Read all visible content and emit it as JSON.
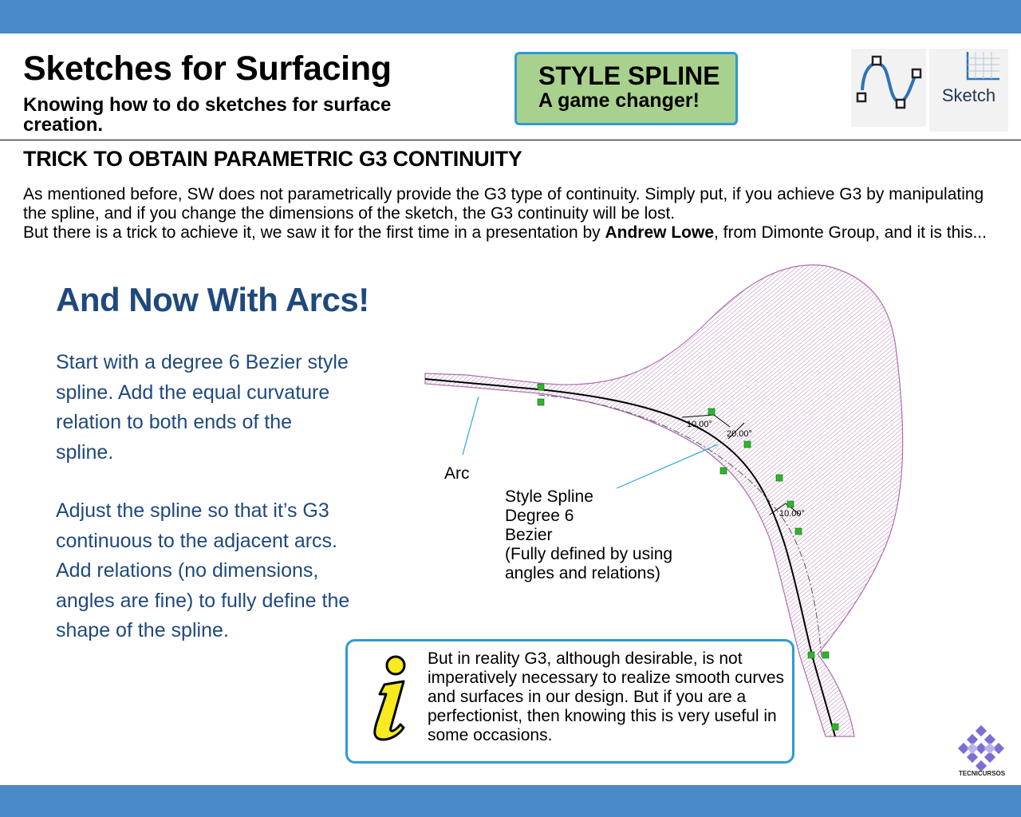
{
  "header": {
    "title": "Sketches for Surfacing",
    "subtitle": "Knowing how to do sketches for surface creation."
  },
  "badge": {
    "line1": "STYLE SPLINE",
    "line2": "A game changer!"
  },
  "toolbar": {
    "spline_icon": "spline-icon",
    "sketch_label": "Sketch"
  },
  "section": {
    "title": "TRICK TO OBTAIN PARAMETRIC G3 CONTINUITY",
    "intro_1": "As mentioned before, SW does not parametrically provide the G3 type of continuity. Simply put, if you achieve G3 by manipulating the spline, and if you change the dimensions of the sketch, the G3 continuity will be lost.",
    "intro_2a": "But there is a trick to achieve it, we saw it for the first time in a presentation by ",
    "intro_2b": "Andrew Lowe",
    "intro_2c": ", from Dimonte Group, and it is this..."
  },
  "main": {
    "heading": "And Now With Arcs!",
    "para1": "Start with a degree 6 Bezier style spline. Add the equal curvature relation to both ends of the spline.",
    "para2": "Adjust the spline so that it’s G3 continuous to the adjacent arcs. Add relations (no dimensions, angles are fine) to fully define the shape of the spline."
  },
  "drawing": {
    "arc_label": "Arc",
    "spline_label": [
      "Style Spline",
      "Degree 6",
      "Bezier",
      "(Fully defined by using",
      "angles and relations)"
    ],
    "dim_1": "10.00°",
    "dim_2": "20.00°",
    "dim_3": "10.00°",
    "colors": {
      "comb": "#b06cb0",
      "relation": "#2db52d",
      "leader": "#2aa8d8"
    }
  },
  "info": {
    "icon": "info-icon",
    "text": "But in reality G3, although desirable, is not imperatively necessary to realize smooth curves and surfaces in our design. But if you are a perfectionist, then knowing this is very useful in some occasions."
  },
  "logo": {
    "text": "TECNICURSOS"
  },
  "colors": {
    "bars": "#4a89c8",
    "heading": "#1f497d",
    "badge": "#a9d18e",
    "border": "#2e9bd6"
  }
}
